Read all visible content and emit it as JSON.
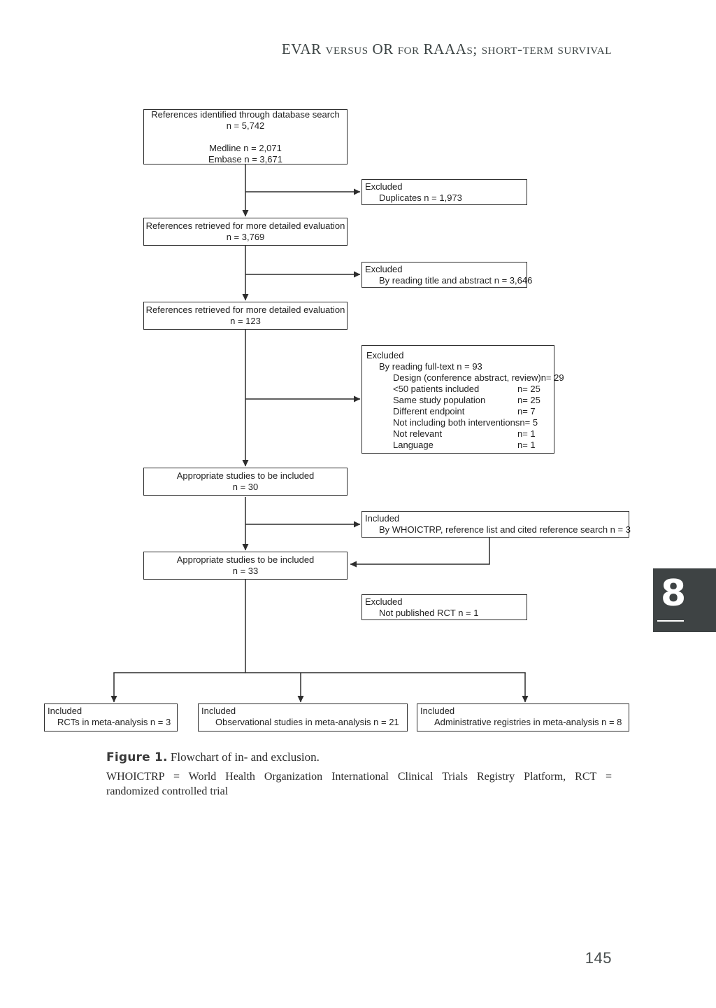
{
  "page": {
    "running_head": "EVAR versus OR for RAAAs; short-term survival",
    "page_number": "145",
    "chapter_tab": "8"
  },
  "flowchart": {
    "box_identified": {
      "line1": "References identified through database search",
      "line2": "n = 5,742",
      "line3": "Medline n = 2,071",
      "line4": "Embase n = 3,671"
    },
    "box_excluded_duplicates": {
      "title": "Excluded",
      "detail": "Duplicates n = 1,973"
    },
    "box_retrieved_3769": {
      "line1": "References retrieved for more detailed evaluation",
      "line2": "n = 3,769"
    },
    "box_excluded_title_abstract": {
      "title": "Excluded",
      "detail": "By reading title and abstract n = 3,646"
    },
    "box_retrieved_123": {
      "line1": "References retrieved for more detailed evaluation",
      "line2": "n = 123"
    },
    "box_excluded_fulltext": {
      "title": "Excluded",
      "subtitle": "By reading full-text n = 93",
      "items": [
        {
          "label": "Design (conference abstract, review)",
          "value": "n= 29"
        },
        {
          "label": "<50 patients included",
          "value": "n= 25"
        },
        {
          "label": "Same study population",
          "value": "n= 25"
        },
        {
          "label": "Different endpoint",
          "value": "n= 7"
        },
        {
          "label": "Not including both interventions",
          "value": "n= 5"
        },
        {
          "label": "Not relevant",
          "value": "n= 1"
        },
        {
          "label": "Language",
          "value": "n= 1"
        }
      ]
    },
    "box_appropriate_30": {
      "line1": "Appropriate studies to be included",
      "line2": "n = 30"
    },
    "box_included_whoictrp": {
      "title": "Included",
      "detail": "By WHOICTRP, reference list and cited reference search n = 3"
    },
    "box_appropriate_33": {
      "line1": "Appropriate studies to be included",
      "line2": "n = 33"
    },
    "box_excluded_rct": {
      "title": "Excluded",
      "detail": "Not published RCT n = 1"
    },
    "box_included_rcts": {
      "title": "Included",
      "detail": "RCTs in meta-analysis n = 3"
    },
    "box_included_observational": {
      "title": "Included",
      "detail": "Observational studies in meta-analysis n = 21"
    },
    "box_included_registries": {
      "title": "Included",
      "detail": "Administrative registries in meta-analysis n = 8"
    }
  },
  "caption": {
    "label": "Figure 1.",
    "title": "Flowchart of in- and exclusion.",
    "note_line1": "WHOICTRP = World Health Organization International Clinical Trials Registry Platform, RCT =",
    "note_line2": "randomized controlled trial"
  },
  "colors": {
    "box_border": "#2d2d2d",
    "chapter_tab_bg": "#3e4344",
    "running_head_text": "#3c4444"
  }
}
